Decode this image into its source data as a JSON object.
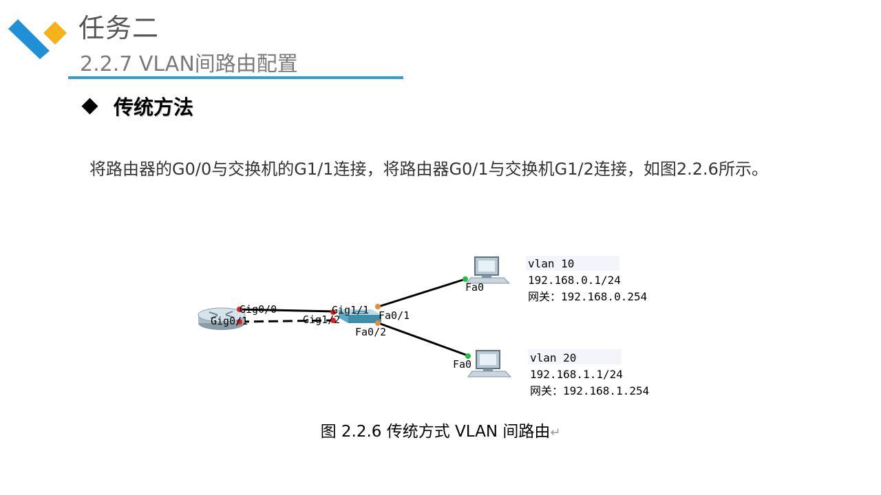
{
  "header": {
    "task_title": "任务二",
    "section_title": "2.2.7 VLAN间路由配置",
    "accent_color": "#2f9bd8",
    "logo_colors": [
      "#1f8fd6",
      "#f5b21a"
    ]
  },
  "bullet": {
    "icon": "diamond-icon",
    "text": "传统方法"
  },
  "body": {
    "paragraph": "将路由器的G0/0与交换机的G1/1连接，将路由器G0/1与交换机G1/2连接，如图2.2.6所示。"
  },
  "diagram": {
    "devices": {
      "router": "router-icon",
      "switch": "switch-icon",
      "pc1": "pc-icon",
      "pc2": "pc-icon"
    },
    "ports": {
      "router_g00": "Gig0/0",
      "router_g01": "Gig0/1",
      "switch_g11": "Gig1/1",
      "switch_g12": "Gig1/2",
      "switch_fa01": "Fa0/1",
      "switch_fa02": "Fa0/2",
      "pc1_fa0": "Fa0",
      "pc2_fa0": "Fa0"
    },
    "pc1_info": {
      "vlan": "vlan 10",
      "ip": "192.168.0.1/24",
      "gateway": "网关：192.168.0.254"
    },
    "pc2_info": {
      "vlan": "vlan 20",
      "ip": "192.168.1.1/24",
      "gateway": "网关：192.168.1.254"
    },
    "link_colors": {
      "cable": "#000000",
      "port_down": "#e02020",
      "port_up": "#22c040",
      "port_orange": "#f08a30"
    }
  },
  "caption": {
    "text": "图 2.2.6  传统方式 VLAN 间路由",
    "return_mark": "↵"
  }
}
